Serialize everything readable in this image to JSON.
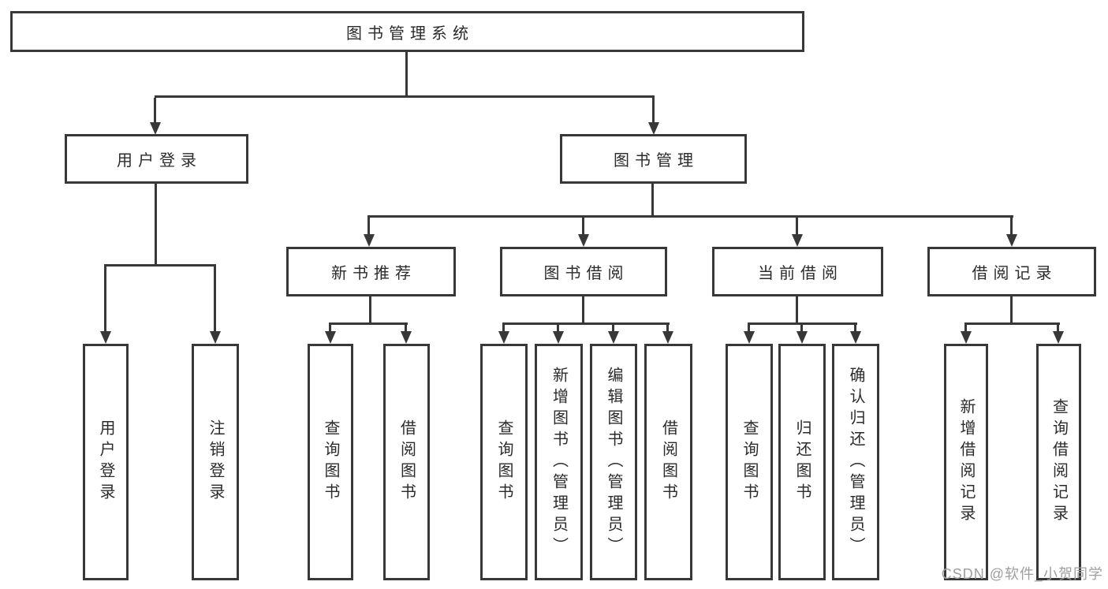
{
  "nodes": {
    "root": "图书管理系统",
    "level2": [
      "用户登录",
      "图书管理"
    ],
    "level3": [
      "新书推荐",
      "图书借阅",
      "当前借阅",
      "借阅记录"
    ],
    "group_user_login": [
      "用户登录",
      "注销登录"
    ],
    "group_new_book": [
      "查询图书",
      "借阅图书"
    ],
    "group_book_borrow": [
      "查询图书",
      "新增图书（管理员）",
      "编辑图书（管理员）",
      "借阅图书"
    ],
    "group_current_borrow": [
      "查询图书",
      "归还图书",
      "确认归还（管理员）"
    ],
    "group_borrow_record": [
      "新增借阅记录",
      "查询借阅记录"
    ]
  },
  "watermark": "CSDN @软件_小贺同学",
  "colors": {
    "line": "#383838",
    "text": "#2b2b2b",
    "background": "#ffffff",
    "watermark": "#9f9f9f"
  }
}
